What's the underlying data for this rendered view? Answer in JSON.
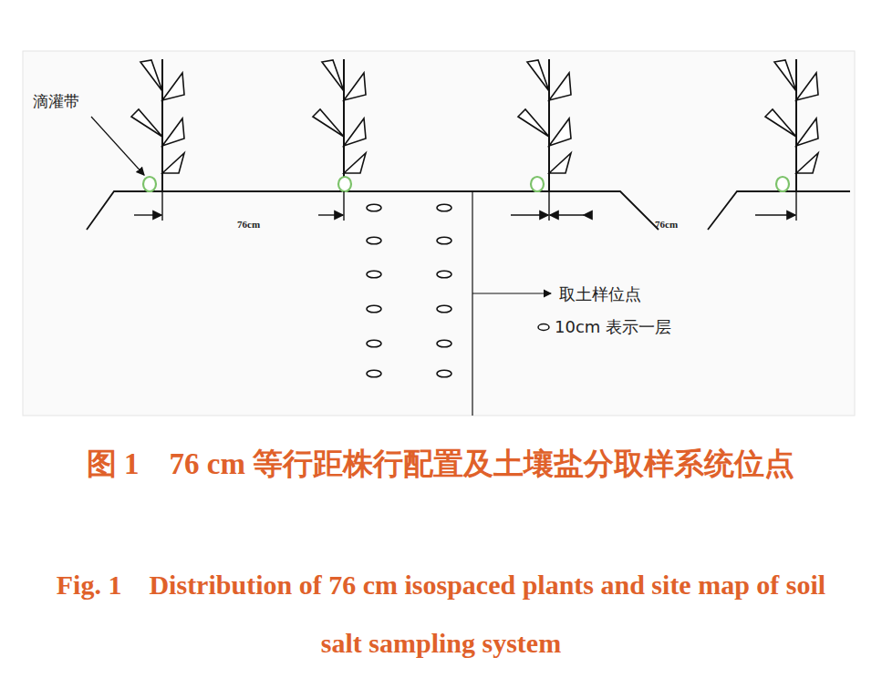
{
  "diagram": {
    "caption": "图 1　76 cm 等行距株行配置及土壤盐分取样系统位点",
    "labels": [
      "滴灌带",
      "76cm",
      "76cm",
      "取土样位点",
      "Fig. 1　Distribution of 76 cm isospaced plants and site map of soil salt sampling system"
    ],
    "legend": [
      {
        "text": "10cm 表示一层"
      }
    ]
  }
}
